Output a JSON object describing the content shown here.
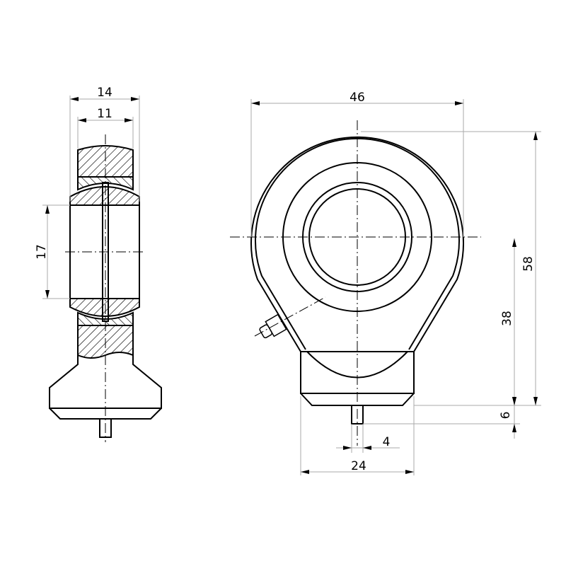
{
  "dimensions": {
    "side_outer_width": "14",
    "side_inner_width": "11",
    "bore_diameter": "17",
    "eye_width": "46",
    "overall_height": "58",
    "center_height": "38",
    "pin_length": "6",
    "pin_diameter": "4",
    "base_width": "24"
  },
  "colors": {
    "line": "#000000",
    "dimension_line": "#aaaaaa"
  }
}
